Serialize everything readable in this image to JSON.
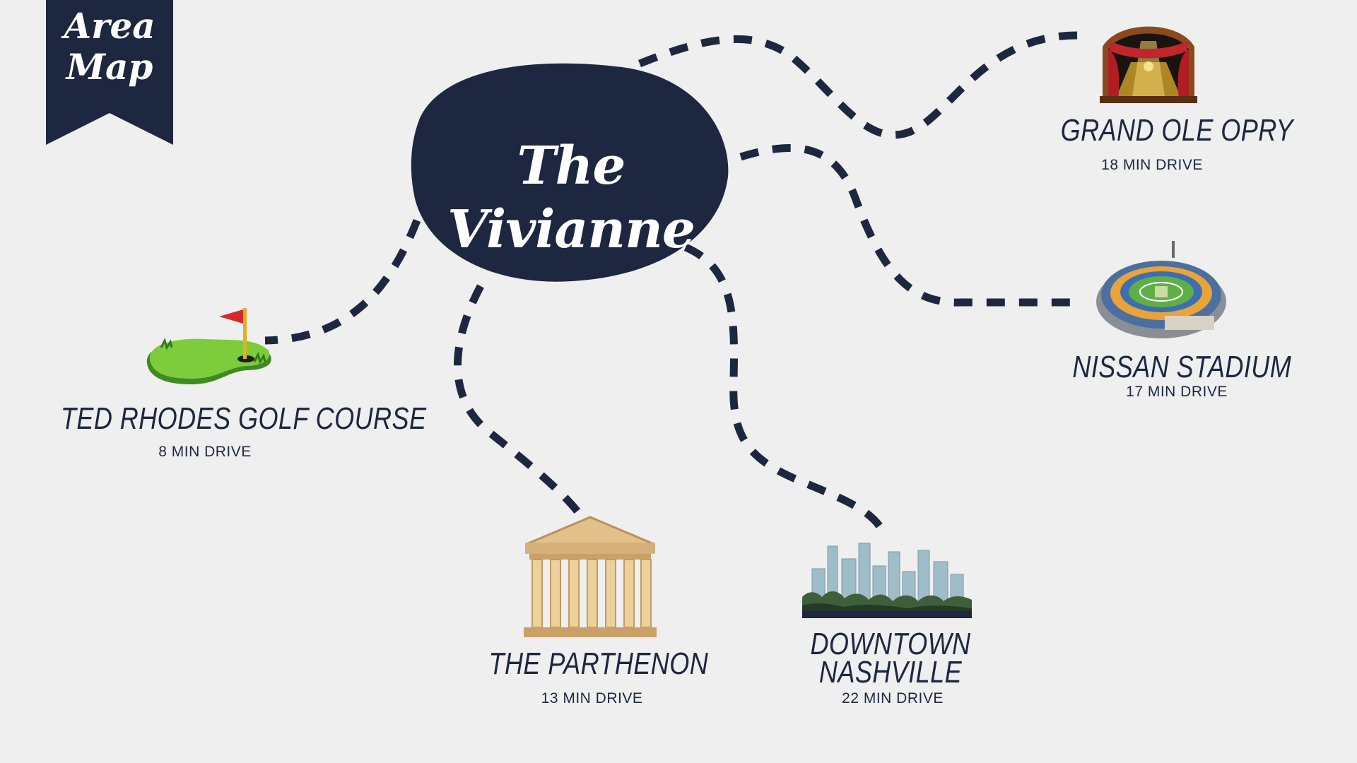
{
  "banner": {
    "line1": "Area",
    "line2": "Map"
  },
  "hub": {
    "label": "The Vivianne"
  },
  "places": {
    "grand_ole_opry": {
      "name": "GRAND OLE OPRY",
      "drive": "18 MIN DRIVE",
      "icon": "theater-stage-icon"
    },
    "nissan_stadium": {
      "name": "NISSAN STADIUM",
      "drive": "17 MIN DRIVE",
      "icon": "stadium-icon"
    },
    "ted_rhodes": {
      "name": "TED RHODES GOLF COURSE",
      "drive": "8 MIN DRIVE",
      "icon": "golf-green-icon"
    },
    "parthenon": {
      "name": "THE PARTHENON",
      "drive": "13 MIN DRIVE",
      "icon": "parthenon-icon"
    },
    "downtown": {
      "name_line1": "DOWNTOWN",
      "name_line2": "NASHVILLE",
      "drive": "22 MIN DRIVE",
      "icon": "city-skyline-icon"
    }
  },
  "colors": {
    "navy": "#1e2740",
    "background": "#efefef",
    "green": "#6cbf3a",
    "red": "#c0262c",
    "sandstone": "#e3c089"
  }
}
